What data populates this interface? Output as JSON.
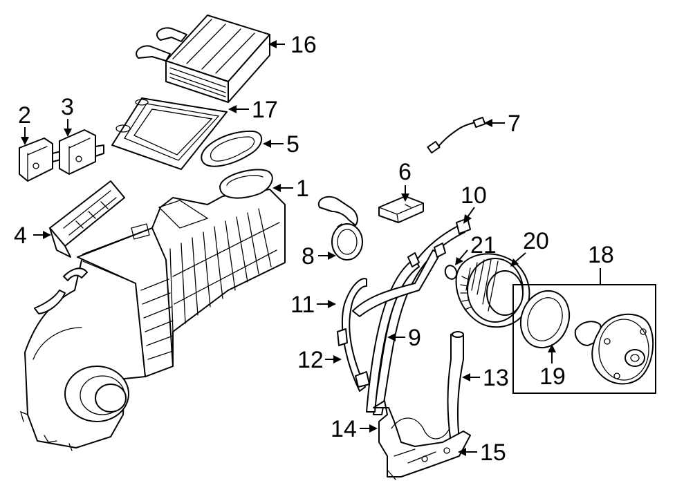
{
  "diagram": {
    "callouts": [
      "1",
      "2",
      "3",
      "4",
      "5",
      "6",
      "7",
      "8",
      "9",
      "10",
      "11",
      "12",
      "13",
      "14",
      "15",
      "16",
      "17",
      "18",
      "19",
      "20",
      "21"
    ],
    "inset_box": "18"
  }
}
